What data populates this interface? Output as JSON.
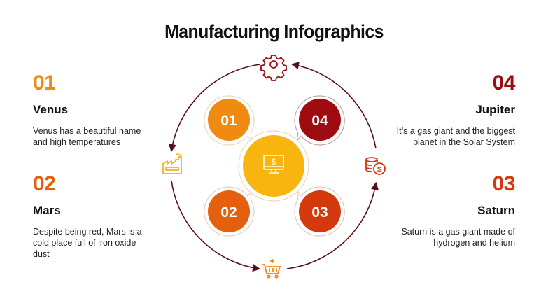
{
  "title": "Manufacturing Infographics",
  "colors": {
    "step1": "#F08A10",
    "step2": "#E4600F",
    "step3": "#D4380D",
    "step4": "#9E0B10",
    "center": "#F9B50F",
    "arrow": "#5A0F18",
    "ring_outline": "#EDD9B8"
  },
  "steps": [
    {
      "number": "01",
      "title": "Venus",
      "description": "Venus has a beautiful name and high temperatures",
      "color": "#F08A10"
    },
    {
      "number": "02",
      "title": "Mars",
      "description": "Despite being red, Mars is a cold place full of iron oxide dust",
      "color": "#E4600F"
    },
    {
      "number": "03",
      "title": "Saturn",
      "description": "Saturn is a gas giant made of hydrogen and helium",
      "color": "#D4380D"
    },
    {
      "number": "04",
      "title": "Jupiter",
      "description": "It’s a gas giant and the biggest planet in the Solar System",
      "color": "#9E0B10"
    }
  ],
  "center_icon": "monitor-dollar-icon",
  "cycle_icons": [
    {
      "position": "top",
      "icon": "gear-icon",
      "color": "#9E0B10"
    },
    {
      "position": "left",
      "icon": "factory-icon",
      "color": "#F5B21A"
    },
    {
      "position": "bottom",
      "icon": "shopping-cart-icon",
      "color": "#F08A10"
    },
    {
      "position": "right",
      "icon": "coins-icon",
      "color": "#D4380D"
    }
  ]
}
